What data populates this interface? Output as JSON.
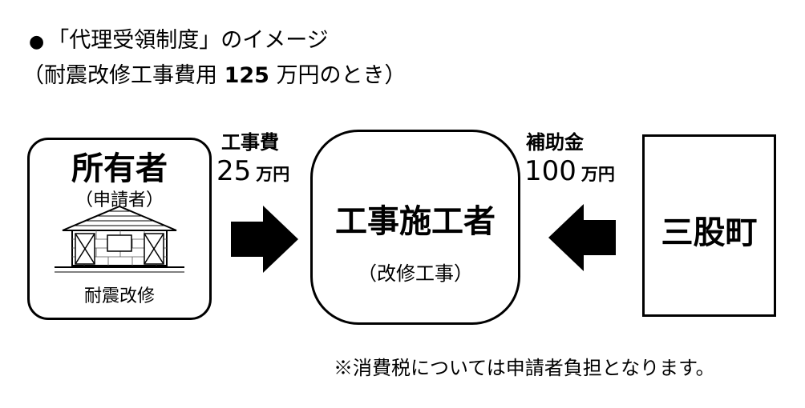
{
  "header": {
    "bullet": "●",
    "line1": "「代理受領制度」のイメージ",
    "line2_prefix": "（耐震改修工事費用",
    "line2_amount": "125",
    "line2_suffix": "万円のとき）"
  },
  "owner": {
    "title": "所有者",
    "subtitle": "（申請者）",
    "caption": "耐震改修",
    "icon": "house-icon"
  },
  "flow_left": {
    "label": "工事費",
    "amount": "25",
    "unit": "万円",
    "icon": "arrow-right-icon"
  },
  "contractor": {
    "title": "工事施工者",
    "subtitle": "（改修工事）"
  },
  "flow_right": {
    "label": "補助金",
    "amount": "100",
    "unit": "万円",
    "icon": "arrow-left-icon"
  },
  "town": {
    "name": "三股町"
  },
  "footnote": "※消費税については申請者負担となります。"
}
